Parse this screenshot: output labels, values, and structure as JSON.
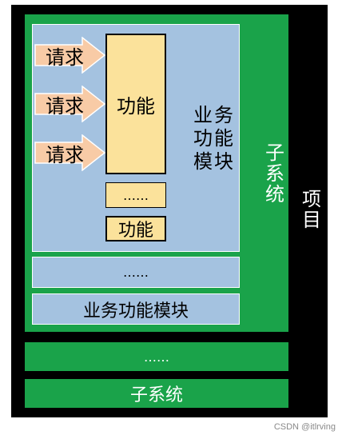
{
  "project": {
    "label": "项目"
  },
  "subsystem_main": {
    "label": "子系统"
  },
  "business_module_main": {
    "label": "业务功能模块"
  },
  "requests": [
    {
      "label": "请求"
    },
    {
      "label": "请求"
    },
    {
      "label": "请求"
    }
  ],
  "function_main": {
    "label": "功能"
  },
  "function_ellipsis": {
    "label": "……"
  },
  "function_small": {
    "label": "功能"
  },
  "module_ellipsis": {
    "label": "……"
  },
  "business_module_bottom": {
    "label": "业务功能模块"
  },
  "subsystem_ellipsis": {
    "label": "……"
  },
  "subsystem_bottom": {
    "label": "子系统"
  },
  "watermark": {
    "text": "CSDN @itlrving"
  },
  "colors": {
    "project": "#000000",
    "subsystem": "#1aa34a",
    "module": "#a4c2e0",
    "function": "#fbe29b",
    "arrow": "#f8cba6"
  }
}
